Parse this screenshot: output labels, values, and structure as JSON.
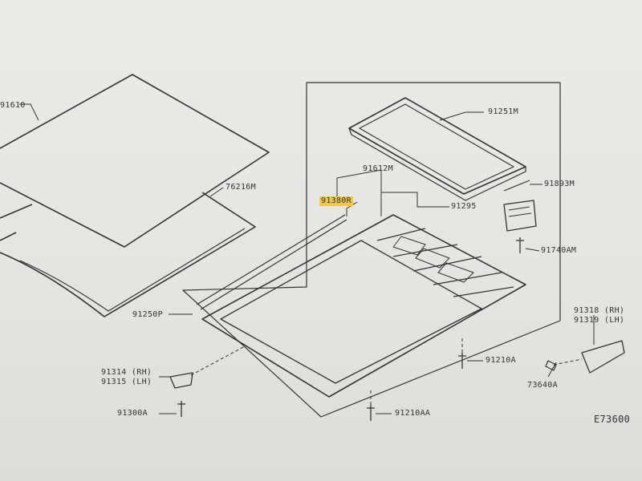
{
  "diagram": {
    "callouts": {
      "c91610": "91610",
      "c76216": "76216M",
      "c91250": "91250P",
      "c91251": "91251M",
      "c91612": "91612M",
      "c91380": "91380R",
      "c91295": "91295",
      "c91893": "91893M",
      "c91740": "91740AM",
      "c91318": "91318 (RH)",
      "c91319": "91319 (LH)",
      "c91210a": "91210A",
      "c73640": "73640A",
      "c91314": "91314 (RH)",
      "c91315": "91315 (LH)",
      "c91300": "91300A",
      "c91210aa": "91210AA",
      "ref": "E73600"
    },
    "highlight_color": "#f2c84a"
  }
}
